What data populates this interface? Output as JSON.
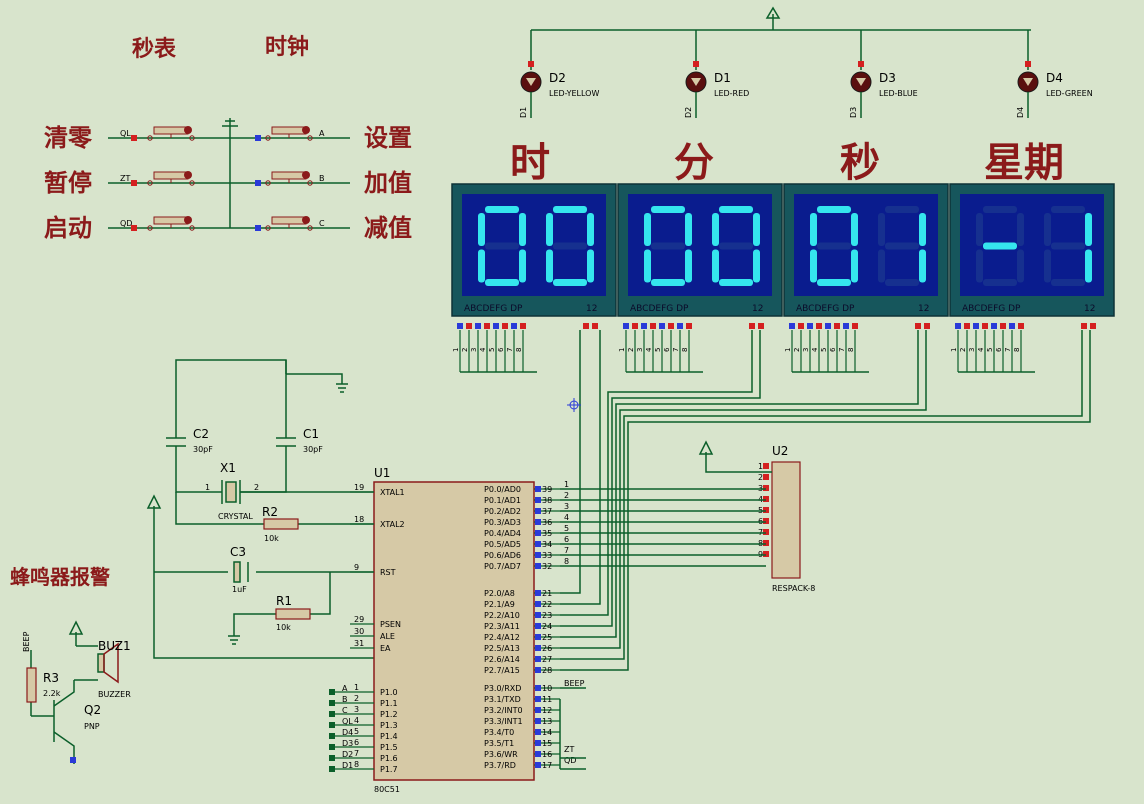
{
  "labels": {
    "stopwatch": "秒表",
    "clock": "时钟",
    "clear": "清零",
    "pause": "暂停",
    "start": "启动",
    "set": "设置",
    "increase": "加值",
    "decrease": "减值",
    "buzzer_alarm": "蜂鸣器报警",
    "hour": "时",
    "minute": "分",
    "second": "秒",
    "weekday": "星期"
  },
  "displays": [
    {
      "digits": [
        "0",
        "0"
      ],
      "pins": "ABCDEFG  DP",
      "com": "12"
    },
    {
      "digits": [
        "0",
        "0"
      ],
      "pins": "ABCDEFG  DP",
      "com": "12"
    },
    {
      "digits": [
        "0",
        "1"
      ],
      "pins": "ABCDEFG  DP",
      "com": "12"
    },
    {
      "digits": [
        "-",
        "1"
      ],
      "pins": "ABCDEFG  DP",
      "com": "12"
    }
  ],
  "leds": [
    {
      "ref": "D2",
      "type": "LED-YELLOW",
      "net": "D1"
    },
    {
      "ref": "D1",
      "type": "LED-RED",
      "net": "D2"
    },
    {
      "ref": "D3",
      "type": "LED-BLUE",
      "net": "D3"
    },
    {
      "ref": "D4",
      "type": "LED-GREEN",
      "net": "D4"
    }
  ],
  "buttons_left": [
    {
      "net": "QL"
    },
    {
      "net": "ZT"
    },
    {
      "net": "QD"
    }
  ],
  "buttons_right": [
    {
      "net": "A"
    },
    {
      "net": "B"
    },
    {
      "net": "C"
    }
  ],
  "components": {
    "c2": {
      "ref": "C2",
      "value": "30pF"
    },
    "c1": {
      "ref": "C1",
      "value": "30pF"
    },
    "x1": {
      "ref": "X1",
      "value": "CRYSTAL",
      "pin1": "1",
      "pin2": "2"
    },
    "r2": {
      "ref": "R2",
      "value": "10k"
    },
    "c3": {
      "ref": "C3",
      "value": "1uF"
    },
    "r1": {
      "ref": "R1",
      "value": "10k"
    },
    "r3": {
      "ref": "R3",
      "value": "2.2k"
    },
    "q2": {
      "ref": "Q2",
      "value": "PNP"
    },
    "buz1": {
      "ref": "BUZ1",
      "value": "BUZZER"
    },
    "beep_net": "BEEP",
    "u2": {
      "ref": "U2",
      "value": "RESPACK-8"
    }
  },
  "mcu": {
    "ref": "U1",
    "part": "80C51",
    "left_pins": [
      {
        "num": "19",
        "name": "XTAL1"
      },
      {
        "num": "18",
        "name": "XTAL2"
      },
      {
        "num": "9",
        "name": "RST"
      },
      {
        "num": "29",
        "name": "PSEN"
      },
      {
        "num": "30",
        "name": "ALE"
      },
      {
        "num": "31",
        "name": "EA"
      },
      {
        "num": "1",
        "name": "P1.0",
        "net": "A"
      },
      {
        "num": "2",
        "name": "P1.1",
        "net": "B"
      },
      {
        "num": "3",
        "name": "P1.2",
        "net": "C"
      },
      {
        "num": "4",
        "name": "P1.3",
        "net": "QL"
      },
      {
        "num": "5",
        "name": "P1.4",
        "net": "D4"
      },
      {
        "num": "6",
        "name": "P1.5",
        "net": "D3"
      },
      {
        "num": "7",
        "name": "P1.6",
        "net": "D2"
      },
      {
        "num": "8",
        "name": "P1.7",
        "net": "D1"
      }
    ],
    "right_pins": [
      {
        "num": "39",
        "name": "P0.0/AD0",
        "net": "1"
      },
      {
        "num": "38",
        "name": "P0.1/AD1",
        "net": "2"
      },
      {
        "num": "37",
        "name": "P0.2/AD2",
        "net": "3"
      },
      {
        "num": "36",
        "name": "P0.3/AD3",
        "net": "4"
      },
      {
        "num": "35",
        "name": "P0.4/AD4",
        "net": "5"
      },
      {
        "num": "34",
        "name": "P0.5/AD5",
        "net": "6"
      },
      {
        "num": "33",
        "name": "P0.6/AD6",
        "net": "7"
      },
      {
        "num": "32",
        "name": "P0.7/AD7",
        "net": "8"
      },
      {
        "num": "21",
        "name": "P2.0/A8",
        "net": ""
      },
      {
        "num": "22",
        "name": "P2.1/A9",
        "net": ""
      },
      {
        "num": "23",
        "name": "P2.2/A10",
        "net": ""
      },
      {
        "num": "24",
        "name": "P2.3/A11",
        "net": ""
      },
      {
        "num": "25",
        "name": "P2.4/A12",
        "net": ""
      },
      {
        "num": "26",
        "name": "P2.5/A13",
        "net": ""
      },
      {
        "num": "27",
        "name": "P2.6/A14",
        "net": ""
      },
      {
        "num": "28",
        "name": "P2.7/A15",
        "net": ""
      },
      {
        "num": "10",
        "name": "P3.0/RXD",
        "net": "BEEP"
      },
      {
        "num": "11",
        "name": "P3.1/TXD",
        "net": ""
      },
      {
        "num": "12",
        "name": "P3.2/INT0",
        "net": ""
      },
      {
        "num": "13",
        "name": "P3.3/INT1",
        "net": ""
      },
      {
        "num": "14",
        "name": "P3.4/T0",
        "net": ""
      },
      {
        "num": "15",
        "name": "P3.5/T1",
        "net": ""
      },
      {
        "num": "16",
        "name": "P3.6/WR",
        "net": "ZT"
      },
      {
        "num": "17",
        "name": "P3.7/RD",
        "net": "QD"
      }
    ]
  },
  "respack_pins": [
    "1",
    "2",
    "3",
    "4",
    "5",
    "6",
    "7",
    "8",
    "9"
  ],
  "seg_pin_nums": [
    "1",
    "2",
    "3",
    "4",
    "5",
    "6",
    "7",
    "8"
  ],
  "colors": {
    "background": "#d8e4cc",
    "wire": "#0b5f2a",
    "label_red": "#8b1a1a",
    "display_frame": "#16565c",
    "display_face": "#0a1c8e",
    "segment_on": "#35e6ee",
    "segment_off": "#16308f",
    "chip_fill": "#d6c9a6",
    "pin_red": "#d42020",
    "pin_blue": "#2a3ad8"
  }
}
